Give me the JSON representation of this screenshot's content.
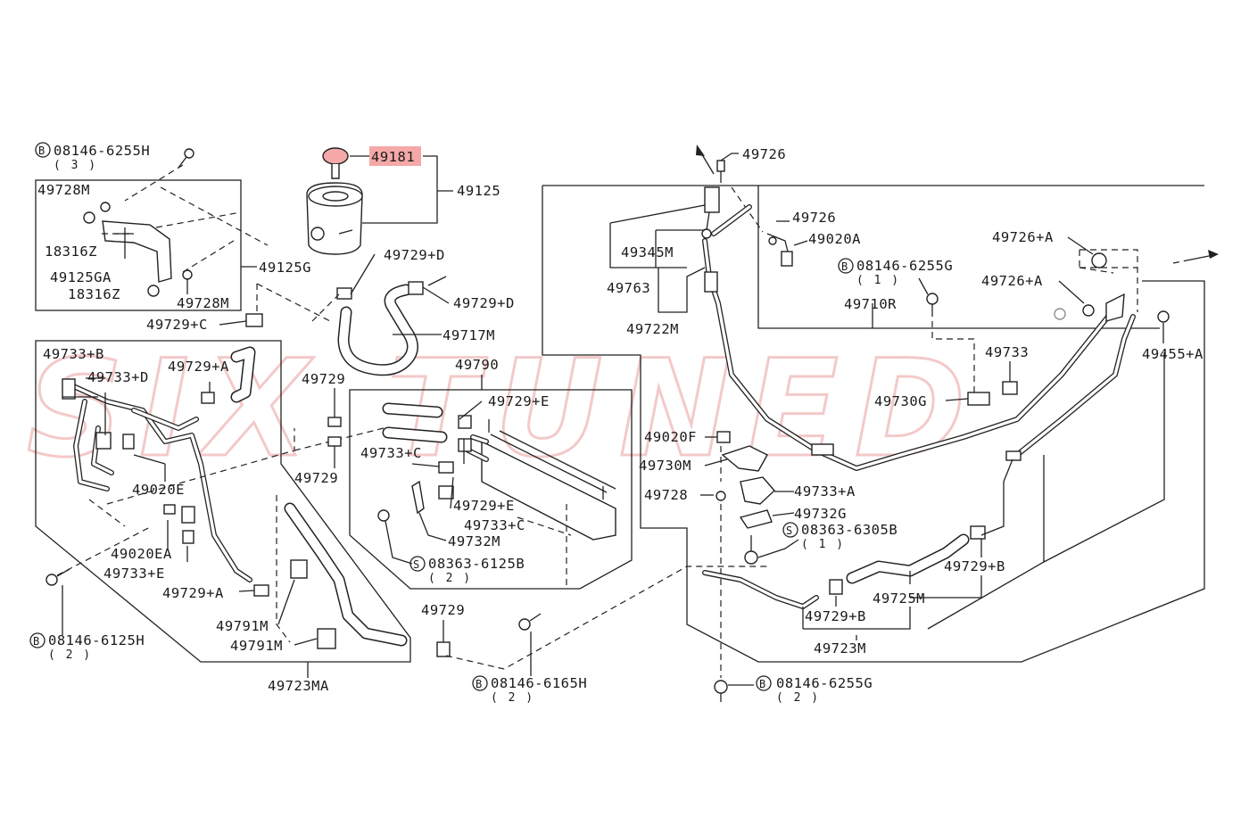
{
  "diagram": {
    "highlight_color": "#f4a8a8",
    "watermark": {
      "text": "SIX TUNED",
      "color": "#f3c9c9"
    },
    "labels": {
      "b08146_6255h": "08146-6255H",
      "b08146_6255h_qty": "( 3 )",
      "p49728m_top": "49728M",
      "p18316z_a": "18316Z",
      "p49125ga": "49125GA",
      "p18316z_b": "18316Z",
      "p49728m_bot": "49728M",
      "p49125g": "49125G",
      "p49181": "49181",
      "p49125": "49125",
      "p49729d_a": "49729+D",
      "p49729d_b": "49729+D",
      "p49717m": "49717M",
      "p49729c_left": "49729+C",
      "p49733b": "49733+B",
      "p49733d": "49733+D",
      "p49729a_top": "49729+A",
      "p49729_mid": "49729",
      "p49729_mid2": "49729",
      "p49790": "49790",
      "p49729e_top": "49729+E",
      "p49733c_a": "49733+C",
      "p49729e_bot": "49729+E",
      "p49733c_b": "49733+C",
      "p49732m": "49732M",
      "s08363_6125b": "08363-6125B",
      "s08363_6125b_qty": "( 2 )",
      "p49020e": "49020E",
      "p49020ea": "49020EA",
      "p49733e": "49733+E",
      "p49729a_bot": "49729+A",
      "b08146_6125h": "08146-6125H",
      "b08146_6125h_qty": "( 2 )",
      "p49791m_a": "49791M",
      "p49791m_b": "49791M",
      "p49723ma": "49723MA",
      "p49729_low": "49729",
      "b08146_6165h": "08146-6165H",
      "b08146_6165h_qty": "( 2 )",
      "p49726_top": "49726",
      "p49726_mid": "49726",
      "p49020a": "49020A",
      "p49345m": "49345M",
      "p49763": "49763",
      "p49722m": "49722M",
      "b08146_6255g_top": "08146-6255G",
      "b08146_6255g_top_qty": "( 1 )",
      "p49710r": "49710R",
      "p49726a_a": "49726+A",
      "p49726a_b": "49726+A",
      "p49733_right": "49733",
      "p49730g": "49730G",
      "p49455a": "49455+A",
      "p49020f": "49020F",
      "p49730m": "49730M",
      "p49728_right": "49728",
      "p49733a": "49733+A",
      "p49732g": "49732G",
      "s08363_6305b": "08363-6305B",
      "s08363_6305b_qty": "( 1 )",
      "p49729b_a": "49729+B",
      "p49725m": "49725M",
      "p49729b_b": "49729+B",
      "p49723m": "49723M",
      "b08146_6255g_bot": "08146-6255G",
      "b08146_6255g_bot_qty": "( 2 )"
    },
    "symbols": {
      "bolt_prefix": "B",
      "screw_prefix": "S"
    },
    "icons": {
      "bolt_marker": "circled-b-icon",
      "screw_marker": "circled-s-icon",
      "direction_arrow": "arrow-icon"
    }
  }
}
